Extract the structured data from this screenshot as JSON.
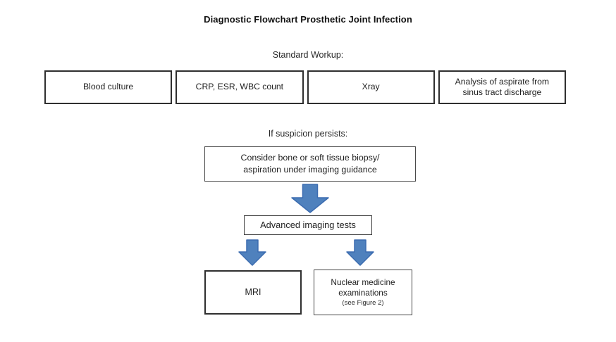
{
  "title": "Diagnostic Flowchart Prosthetic Joint Infection",
  "standard_workup": {
    "label": "Standard Workup:",
    "boxes": [
      {
        "label": "Blood culture"
      },
      {
        "label": "CRP, ESR, WBC count"
      },
      {
        "label": "Xray"
      },
      {
        "label": "Analysis of aspirate from sinus tract discharge"
      }
    ]
  },
  "suspicion": {
    "label": "If suspicion persists:",
    "biopsy_box": {
      "line1": "Consider bone or soft tissue biopsy/",
      "line2": "aspiration under imaging guidance"
    },
    "advanced_imaging_box": {
      "label": "Advanced imaging tests"
    },
    "mri_box": {
      "label": "MRI"
    },
    "nuclear_box": {
      "line1": "Nuclear medicine",
      "line2": "examinations",
      "note": "(see Figure 2)"
    }
  },
  "icons": {
    "down_arrow": "block down arrow"
  },
  "colors": {
    "arrow_fill": "#4f81bd",
    "arrow_stroke": "#3c6cb0",
    "box_border": "#2f2f2f"
  }
}
